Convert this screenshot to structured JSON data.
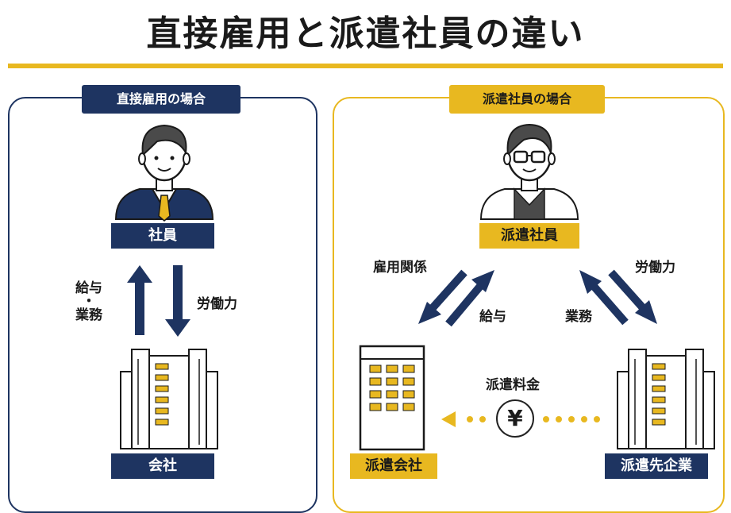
{
  "title": "直接雇用と派遣社員の違い",
  "left": {
    "tag": "直接雇用の場合",
    "person_label": "社員",
    "company_label": "会社",
    "up_line1": "給与",
    "up_line2": "・",
    "up_line3": "業務",
    "down_text": "労働力"
  },
  "right": {
    "tag": "派遣社員の場合",
    "person_label": "派遣社員",
    "agency_label": "派遣会社",
    "client_label": "派遣先企業",
    "employment_text": "雇用関係",
    "pay_text": "給与",
    "labor_text": "労働力",
    "work_text": "業務",
    "fee_text": "派遣料金",
    "yen_symbol": "¥"
  },
  "colors": {
    "navy": "#1e3461",
    "gold": "#e8b820",
    "gray": "#4a4a4a"
  }
}
